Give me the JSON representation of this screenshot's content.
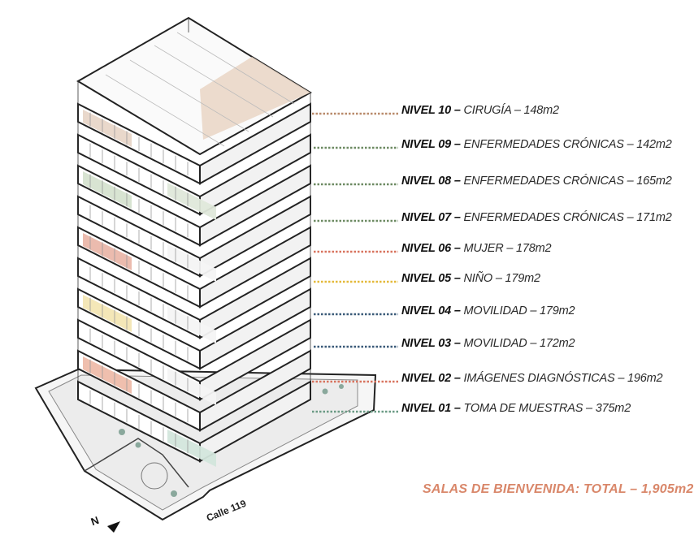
{
  "levels": [
    {
      "nivel": "NIVEL 10",
      "name": "CIRUGÍA",
      "area": "148m2",
      "color": "#b88a6a",
      "fill": "#e8d6c8"
    },
    {
      "nivel": "NIVEL 09",
      "name": "ENFERMEDADES CRÓNICAS",
      "area": "142m2",
      "color": "#6c8a62",
      "fill": "#dfe8da"
    },
    {
      "nivel": "NIVEL 08",
      "name": "ENFERMEDADES CRÓNICAS",
      "area": "165m2",
      "color": "#6c8a62",
      "fill": "#d6e3d0"
    },
    {
      "nivel": "NIVEL 07",
      "name": "ENFERMEDADES CRÓNICAS",
      "area": "171m2",
      "color": "#6c8a62",
      "fill": "#f4f4f4"
    },
    {
      "nivel": "NIVEL 06",
      "name": "MUJER",
      "area": "178m2",
      "color": "#d8735e",
      "fill": "#eab7aa"
    },
    {
      "nivel": "NIVEL 05",
      "name": "NIÑO",
      "area": "179m2",
      "color": "#e4b93a",
      "fill": "#f4f4f4"
    },
    {
      "nivel": "NIVEL 04",
      "name": "MOVILIDAD",
      "area": "179m2",
      "color": "#3a5a78",
      "fill": "#f3e6b4"
    },
    {
      "nivel": "NIVEL 03",
      "name": "MOVILIDAD",
      "area": "172m2",
      "color": "#3a5a78",
      "fill": "#f4f4f4"
    },
    {
      "nivel": "NIVEL 02",
      "name": "IMÁGENES DIAGNÓSTICAS",
      "area": "196m2",
      "color": "#d8735e",
      "fill": "#eebcaa"
    },
    {
      "nivel": "NIVEL 01",
      "name": "TOMA DE MUESTRAS",
      "area": "375m2",
      "color": "#6a9a84",
      "fill": "#d3e6dc"
    }
  ],
  "total": "SALAS DE BIENVENIDA: TOTAL – 1,905m2",
  "street": "Calle 119",
  "north": "N"
}
